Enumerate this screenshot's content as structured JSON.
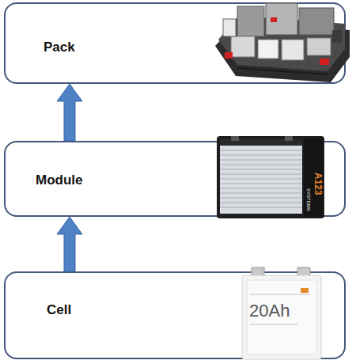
{
  "diagram": {
    "nodes": [
      {
        "text": [
          "Pack"
        ]
      },
      {
        "text": [
          "Module"
        ]
      },
      {
        "text": [
          "Cell"
        ]
      }
    ],
    "edges": [
      {
        "from": 2,
        "to": 1,
        "arrow": "to"
      },
      {
        "from": 1,
        "to": 0,
        "arrow": "to"
      }
    ],
    "labels": [
      "A123",
      "SYSTEMS",
      "20Ah"
    ]
  }
}
